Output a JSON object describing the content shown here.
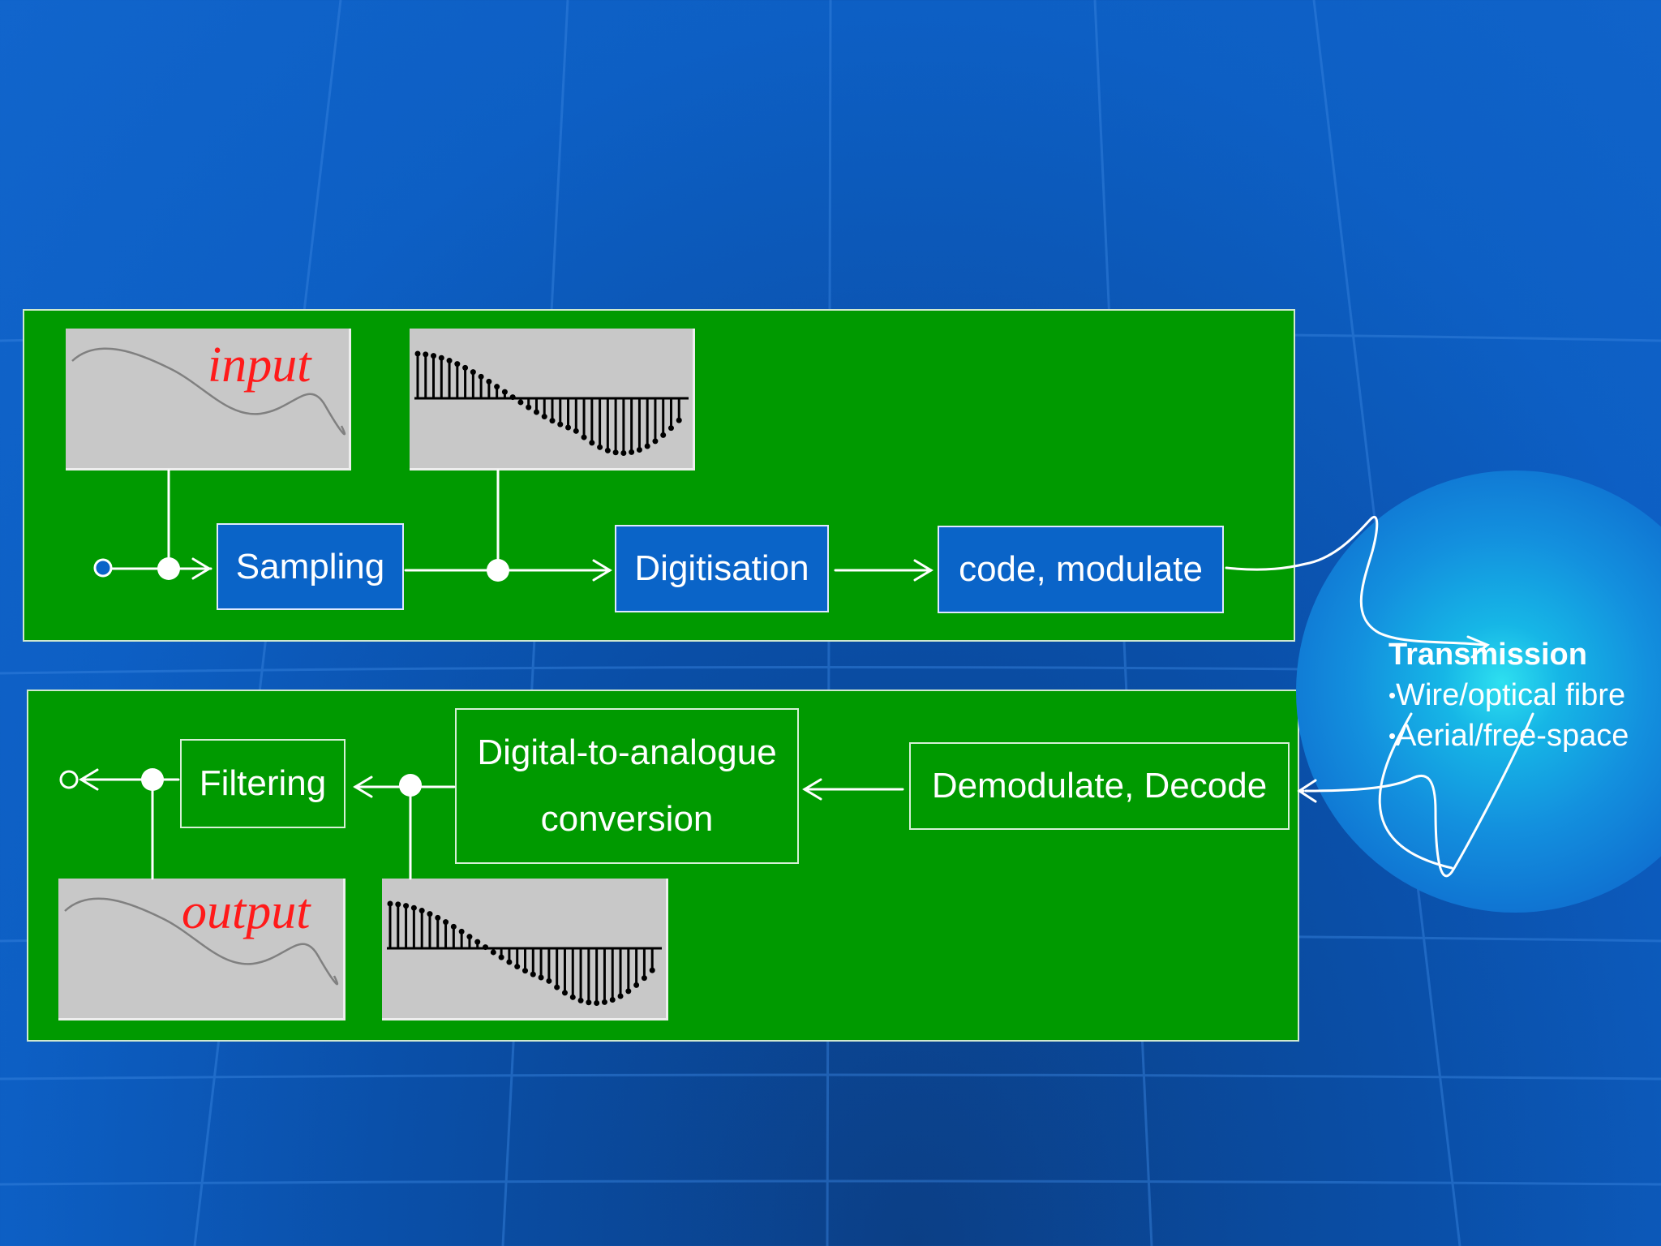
{
  "plots": {
    "input_label": "input",
    "output_label": "output"
  },
  "blocks": {
    "sampling": "Sampling",
    "digitisation": "Digitisation",
    "code_modulate": "code, modulate",
    "demodulate_decode": "Demodulate, Decode",
    "dac_line1": "Digital-to-analogue",
    "dac_line2": "conversion",
    "filtering": "Filtering"
  },
  "transmission": {
    "title": "Transmission",
    "items": [
      "Wire/optical fibre",
      "Aerial/free-space"
    ]
  },
  "colors": {
    "panel": "#009a00",
    "block_blue": "#0a64c8",
    "label_red": "#ff1a1a",
    "background": "#0d5fc4"
  }
}
